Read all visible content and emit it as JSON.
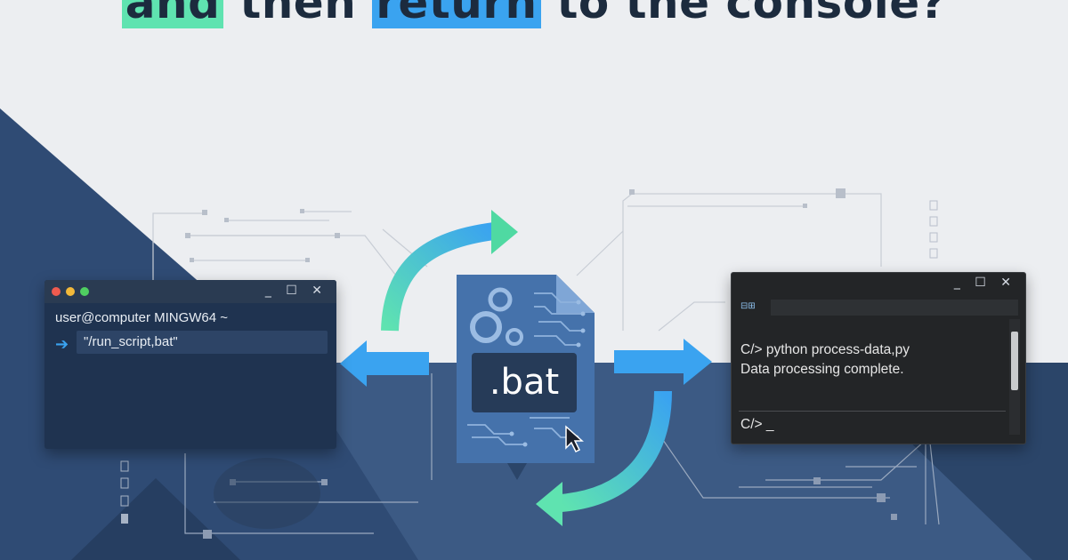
{
  "headline": {
    "word1": "and",
    "word2": "then",
    "word3": "return",
    "word4": "to the console?"
  },
  "left_terminal": {
    "prompt": "user@computer MINGW64 ~",
    "command": "\"/run_script,bat\"",
    "controls": "_ ☐ ✕"
  },
  "right_terminal": {
    "controls": "_ ☐ ✕",
    "tab_icon": "⊟⊞",
    "output_line1": "C/> python process-data,py",
    "output_line2": "Data processing complete.",
    "prompt": "C/> _"
  },
  "file": {
    "label": ".bat"
  },
  "colors": {
    "background": "#eceef1",
    "navy": "#2f4b74",
    "accent_blue": "#3aa3f0",
    "accent_green": "#5fe3b0"
  }
}
